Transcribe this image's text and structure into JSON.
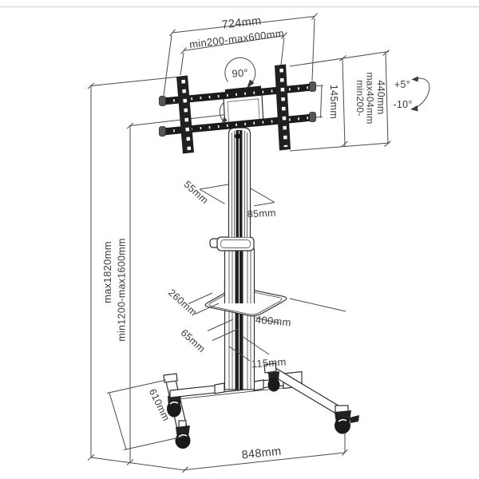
{
  "diagram": {
    "type": "technical-dimension-diagram",
    "subject": "mobile-tv-cart-stand",
    "labels": {
      "top_width": "724mm",
      "vesa_width_range": "min200-max600mm",
      "rotation": "90°",
      "rail_spacing": "145mm",
      "vesa_height_line1": "min200-",
      "vesa_height_line2": "max404mm",
      "bracket_height": "440mm",
      "tilt_up": "+5°",
      "tilt_down": "-10°",
      "column_depth": "55mm",
      "column_width": "85mm",
      "max_height": "max1820mm",
      "height_range": "min1200-max1600mm",
      "shelf_depth": "260mm",
      "shelf_width": "400mm",
      "lower_column_depth": "65mm",
      "lower_column_width": "115mm",
      "base_depth": "610mm",
      "base_width": "848mm"
    },
    "colors": {
      "line": "#2f2f2f",
      "dimension_line": "#4a4a4a",
      "text": "#3b3b3b",
      "dark_fill": "#1d1d1d",
      "background": "#ffffff",
      "top_border": "#d9d9d9"
    }
  }
}
